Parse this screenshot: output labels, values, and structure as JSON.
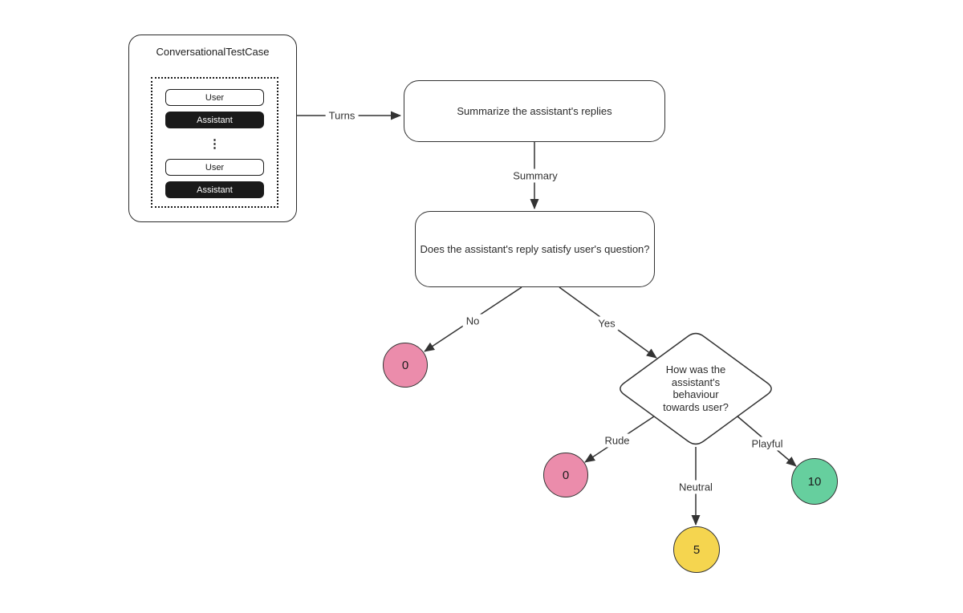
{
  "colors": {
    "background": "#ffffff",
    "line": "#333333",
    "pink": "#eb8cab",
    "yellow": "#f5d54f",
    "green": "#66cf9e",
    "assistant_bg": "#1a1a1a"
  },
  "test_case": {
    "title": "ConversationalTestCase",
    "turns": [
      "User",
      "Assistant",
      "User",
      "Assistant"
    ],
    "ellipsis": "⋮"
  },
  "nodes": {
    "summarize": "Summarize the assistant's replies",
    "satisfy_question": "Does the assistant's reply satisfy user's question?",
    "behaviour_question": "How was the assistant's behaviour towards user?"
  },
  "edge_labels": {
    "turns": "Turns",
    "summary": "Summary",
    "no": "No",
    "yes": "Yes",
    "rude": "Rude",
    "neutral": "Neutral",
    "playful": "Playful"
  },
  "scores": {
    "no": "0",
    "rude": "0",
    "neutral": "5",
    "playful": "10"
  }
}
